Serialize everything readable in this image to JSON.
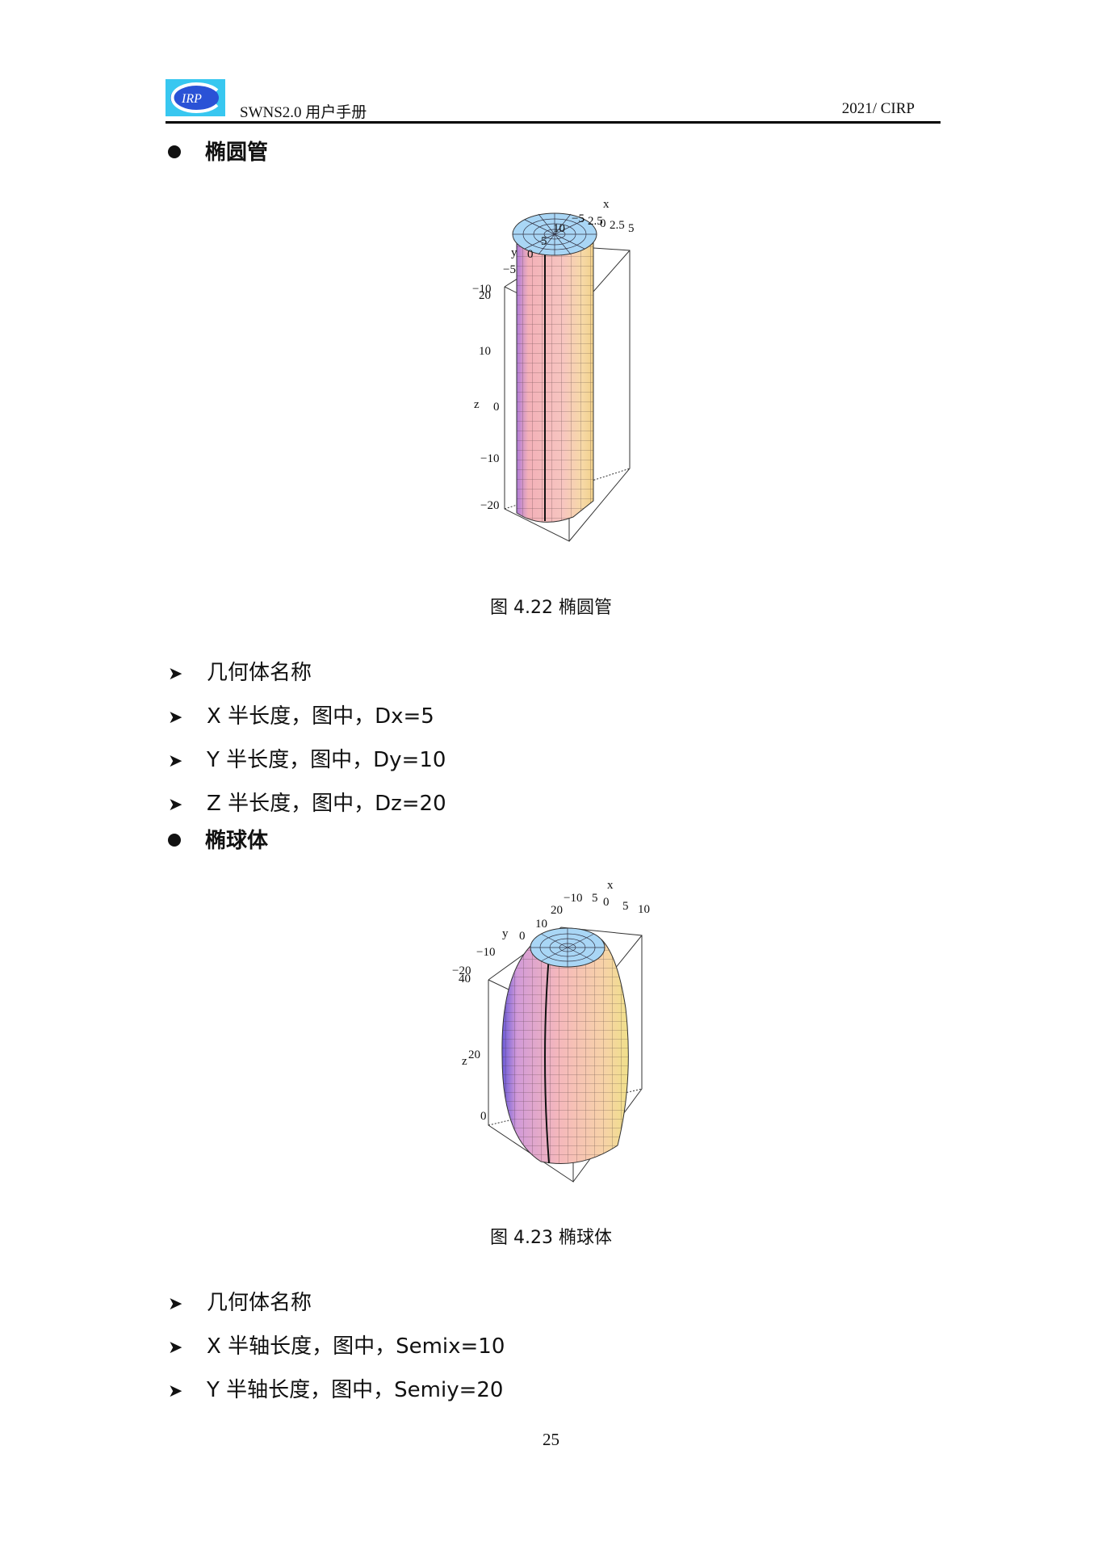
{
  "header": {
    "logo_text": "IRP",
    "title": "SWNS2.0 用户手册",
    "year": "2021/ CIRP"
  },
  "section1": {
    "heading": "椭圆管",
    "figure": {
      "caption": "图 4.22  椭圆管",
      "axis_labels": {
        "x": "x",
        "y": "y",
        "z": "z"
      },
      "x_ticks": [
        "−5",
        "2.5",
        "0",
        "2.5",
        "5"
      ],
      "y_ticks": [
        "10",
        "5",
        "0",
        "−5",
        "−10"
      ],
      "z_ticks": [
        "20",
        "10",
        "0",
        "−10",
        "−20"
      ]
    },
    "items": [
      "几何体名称",
      "X 半长度，图中，Dx=5",
      "Y 半长度，图中，Dy=10",
      "Z 半长度，图中，Dz=20"
    ]
  },
  "section2": {
    "heading": "椭球体",
    "figure": {
      "caption": "图 4.23  椭球体",
      "axis_labels": {
        "x": "x",
        "y": "y",
        "z": "z"
      },
      "x_ticks": [
        "−10",
        "5",
        "0",
        "5",
        "10"
      ],
      "y_ticks": [
        "20",
        "10",
        "0",
        "−10",
        "−20"
      ],
      "z_ticks": [
        "40",
        "20",
        "0"
      ]
    },
    "items": [
      "几何体名称",
      "X 半轴长度，图中，Semix=10",
      "Y 半轴长度，图中，Semiy=20"
    ]
  },
  "page_number": "25",
  "bullet_icon": "filled-circle-bullet",
  "list_icon": "arrowhead-bullet"
}
